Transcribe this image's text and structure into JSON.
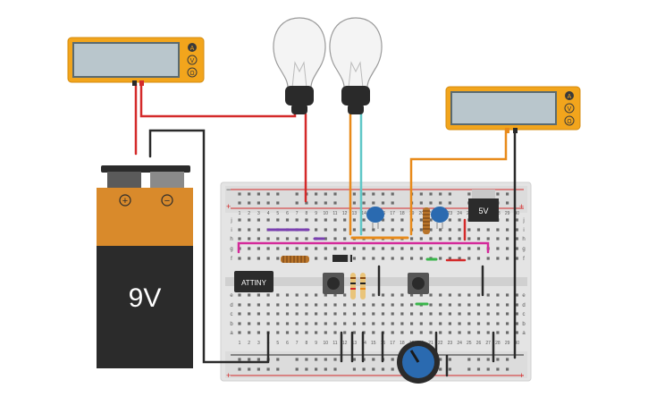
{
  "canvas": {
    "background": "#ffffff"
  },
  "multimeter_left": {
    "modes": [
      "A",
      "V",
      "Ω"
    ],
    "body_color": "#f2a51c",
    "display_value": ""
  },
  "multimeter_right": {
    "modes": [
      "A",
      "V",
      "Ω"
    ],
    "body_color": "#f2a51c",
    "display_value": ""
  },
  "battery": {
    "label": "9V",
    "plus_symbol": "+",
    "minus_symbol": "−",
    "colors": {
      "top": "#d98a2b",
      "bottom": "#2b2b2b"
    }
  },
  "bulbs": {
    "count": 2
  },
  "breadboard": {
    "column_labels_top": [
      "1",
      "2",
      "3",
      "4",
      "5",
      "6",
      "7",
      "8",
      "9",
      "10",
      "11",
      "12",
      "13",
      "14",
      "15",
      "16",
      "17",
      "18",
      "19",
      "20",
      "21",
      "22",
      "23",
      "24",
      "25",
      "26",
      "27",
      "28",
      "29",
      "30"
    ],
    "row_labels_upper": [
      "j",
      "i",
      "h",
      "g",
      "f"
    ],
    "row_labels_lower": [
      "e",
      "d",
      "c",
      "b",
      "a"
    ],
    "rail_plus": "+",
    "rail_minus": "−"
  },
  "chips": {
    "attiny_label": "ATTINY",
    "regulator_label": "5V"
  },
  "wire_colors": {
    "red": "#d42a2a",
    "black": "#2a2a2a",
    "orange": "#e88a1a",
    "teal": "#5fc7c7",
    "magenta": "#d42a9a",
    "purple": "#7a3fb0",
    "green": "#39b54a"
  }
}
